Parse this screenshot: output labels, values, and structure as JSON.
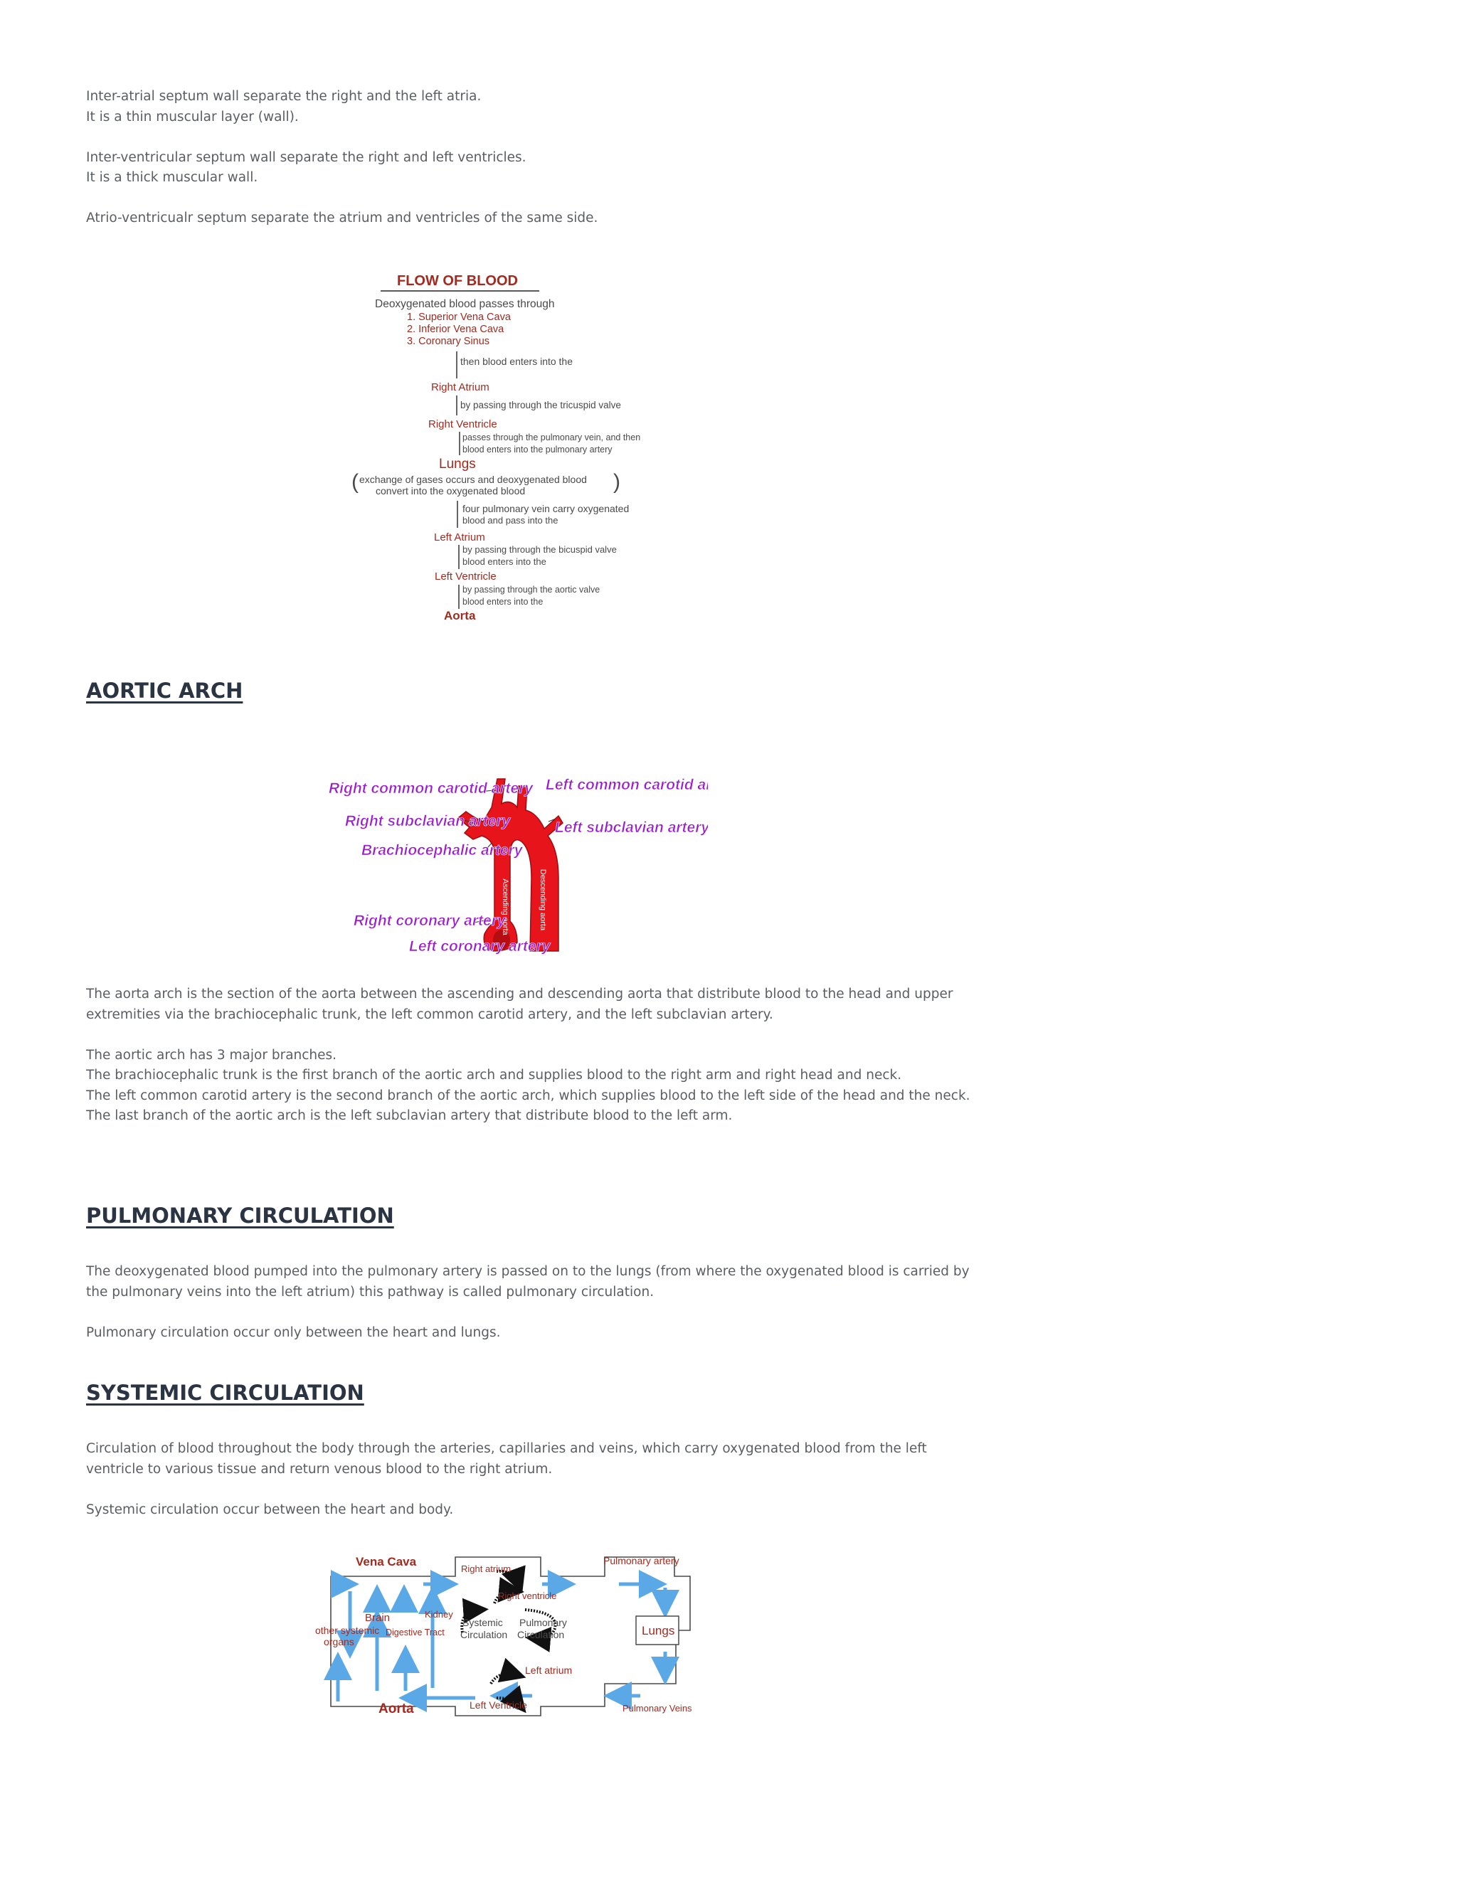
{
  "intro": {
    "lines": [
      "Inter-atrial septum wall separate the right and the left atria.",
      "It is a thin muscular layer (wall).",
      "",
      "Inter-ventricular septum wall separate the right and left ventricles.",
      "It is a thick muscular wall.",
      "",
      "Atrio-ventricualr septum separate the atrium and ventricles of the same side."
    ]
  },
  "flow_figure": {
    "title": "FLOW OF BLOOD",
    "subtitle": "Deoxygenated blood passes through",
    "sources": [
      "1. Superior Vena Cava",
      "2. Inferior Vena Cava",
      "3. Coronary Sinus"
    ],
    "step1_note": "then blood enters into the",
    "right_atrium": "Right Atrium",
    "step2_note": "by passing through the tricuspid valve",
    "right_ventricle": "Right Ventricle",
    "step3_note_a": "passes through the pulmonary vein, and then",
    "step3_note_b": "blood enters into the pulmonary artery",
    "lungs": "Lungs",
    "exchange_a": "exchange of gases occurs and deoxygenated blood",
    "exchange_b": "convert into the oxygenated blood",
    "step4_note_a": "four pulmonary vein carry oxygenated",
    "step4_note_b": "blood and pass into the",
    "left_atrium": "Left Atrium",
    "step5_note_a": "by passing through the bicuspid valve",
    "step5_note_b": "blood enters into the",
    "left_ventricle": "Left Ventricle",
    "step6_note_a": "by passing through the aortic valve",
    "step6_note_b": "blood enters into the",
    "aorta": "Aorta"
  },
  "aortic_arch": {
    "heading": "AORTIC ARCH",
    "figure": {
      "right_common_carotid": "Right common carotid artery",
      "left_common_carotid": "Left common carotid artery",
      "right_subclavian": "Right subclavian artery",
      "left_subclavian": "Left subclavian artery",
      "brachiocephalic": "Brachiocephalic artery",
      "right_coronary": "Right coronary artery",
      "left_coronary": "Left coronary artery",
      "ascending": "Ascending aorta",
      "descending": "Descending aorta"
    },
    "lines": [
      "The aorta arch is the section of the aorta between the ascending and descending aorta that distribute blood to the head and upper",
      "extremities via the brachiocephalic trunk, the left common carotid artery, and the left subclavian artery.",
      "",
      "The aortic arch has 3 major branches.",
      "The brachiocephalic trunk is the first branch of the aortic arch and supplies blood to the right arm and right head and neck.",
      "The left common carotid artery is the second branch of the aortic arch, which supplies blood to the left side of the head and the neck.",
      "The last branch of the aortic arch is the left subclavian artery that distribute blood to the left arm."
    ]
  },
  "pulmonary": {
    "heading": "PULMONARY CIRCULATION",
    "lines": [
      "The deoxygenated blood pumped into the pulmonary artery is passed on to the lungs (from where the oxygenated blood is carried by",
      "the pulmonary veins into the left atrium) this pathway is called pulmonary circulation.",
      "",
      "Pulmonary circulation occur only between the heart and lungs."
    ]
  },
  "systemic": {
    "heading": "SYSTEMIC CIRCULATION",
    "lines": [
      "Circulation of blood throughout the body through the arteries, capillaries and veins, which carry oxygenated blood from the left",
      "ventricle to various tissue and return venous blood to the right atrium.",
      "",
      "Systemic circulation occur between the heart and body."
    ],
    "figure": {
      "vena_cava": "Vena Cava",
      "right_atrium": "Right atrium",
      "pulmonary_artery": "Pulmonary artery",
      "right_ventricle": "Right ventricle",
      "brain": "Brain",
      "kidney": "Kidney",
      "other_a": "other systemic",
      "other_b": "organs",
      "digestive": "Digestive Tract",
      "systemic_a": "Systemic",
      "systemic_b": "Circulation",
      "pulmonary_a": "Pulmonary",
      "pulmonary_b": "Circulation",
      "lungs": "Lungs",
      "left_atrium": "Left atrium",
      "aorta": "Aorta",
      "left_ventricle": "Left Ventricle",
      "pulmonary_veins": "Pulmonary Veins"
    }
  },
  "colors": {
    "heading": "#2a3442",
    "body_text": "#5a5e63",
    "figure_red": "#a32a1f",
    "aorta_red": "#e8141b",
    "label_purple": "#9b1bd0",
    "arrow_blue": "#5aa8e6"
  }
}
